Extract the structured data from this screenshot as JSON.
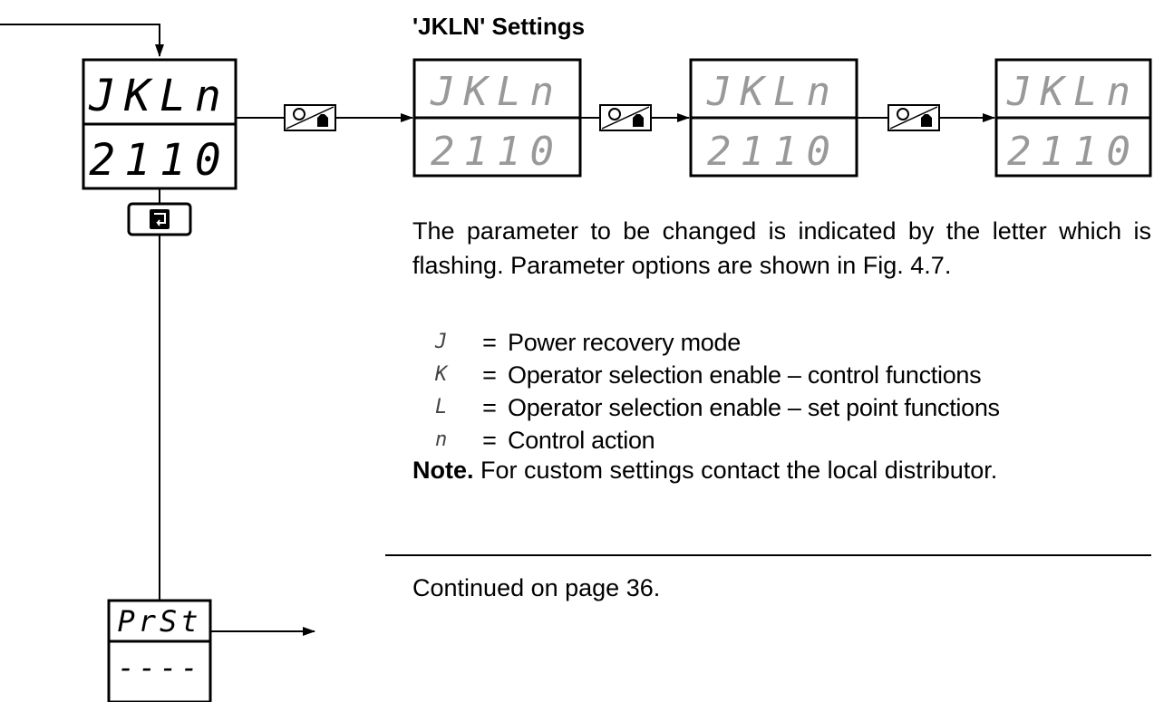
{
  "section_title": "'JKLN' Settings",
  "displays": {
    "main": {
      "top": "JKLn",
      "bottom": "2110"
    },
    "step1": {
      "top": "JKLn",
      "bottom": "2110"
    },
    "step2": {
      "top": "JKLn",
      "bottom": "2110"
    },
    "step3": {
      "top": "JKLn",
      "bottom": "2110"
    },
    "next": {
      "top": "PrSt",
      "bottom": "----"
    }
  },
  "icons": {
    "advance": "raise-lower-key-icon",
    "page": "page-key-icon"
  },
  "paragraph": "The parameter to be changed is indicated by the letter which is flashing. Parameter options are shown in Fig. 4.7.",
  "legend": [
    {
      "symbol": "J",
      "eq": "=",
      "desc": "Power recovery mode"
    },
    {
      "symbol": "K",
      "eq": "=",
      "desc": "Operator selection enable – control functions"
    },
    {
      "symbol": "L",
      "eq": "=",
      "desc": "Operator selection enable – set point functions"
    },
    {
      "symbol": "n",
      "eq": "=",
      "desc": "Control action"
    }
  ],
  "note": {
    "lead": "Note.",
    "text": "For custom settings contact the local distributor."
  },
  "continued": "Continued on page 36."
}
